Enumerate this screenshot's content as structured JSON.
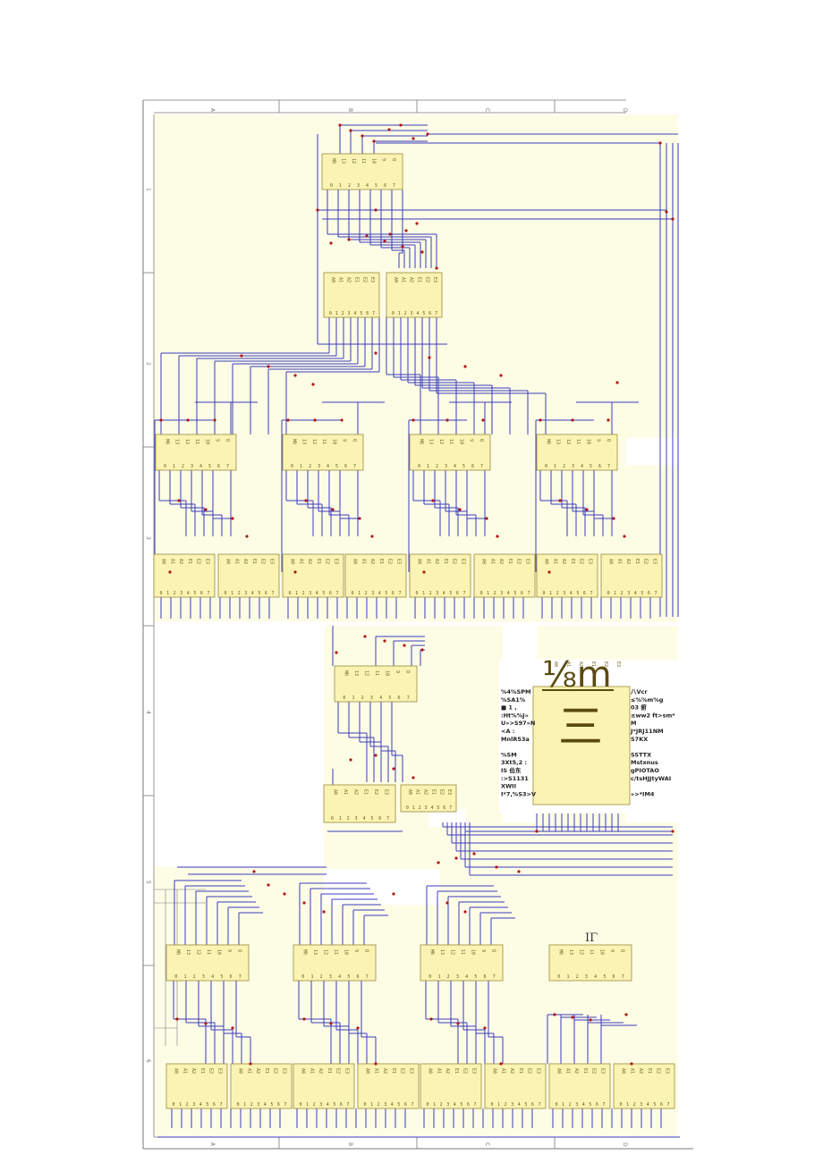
{
  "diagram": {
    "colors": {
      "sheet": "#fdfde6",
      "frame": "#7a7a7a",
      "wire": "#3b3bbf",
      "junction": "#b01818",
      "chip_fill": "#fbf3b3",
      "chip_border": "#9a8a3a"
    },
    "column_labels": [
      "A",
      "B",
      "C",
      "D"
    ],
    "row_labels": [
      "1",
      "2",
      "3",
      "4",
      "5",
      "6"
    ],
    "chip_text": [
      "MR",
      "13",
      "12",
      "11",
      "10",
      "9",
      "Q",
      "A0",
      "A1",
      "A2",
      "E1",
      "E2",
      "E3"
    ],
    "main_symbol": "⅛m",
    "main_chip_glyph": "三",
    "corner_label": "IΓ",
    "notes_left": [
      "%4%SPM",
      "%SA1%",
      "■ 1 ,",
      ":Ht%%J»",
      "U»>S97»N",
      "<A :",
      "MnlR53a",
      "",
      "%SM",
      "3Xt5,2 :",
      "IS 伯东",
      ":>S1131",
      "XWII",
      "I*7,%S3>V"
    ],
    "notes_right": [
      "八Vcr",
      "≤%%m%g",
      "03 俯",
      "≤ww2 ft>sm*",
      "M",
      "J*JRJ11NM",
      "S7KX",
      "",
      "SSTTX",
      "Mstxnus",
      "gPIOTAO",
      "c/tsHJJtyWAI",
      "",
      "»>*IM4"
    ]
  }
}
